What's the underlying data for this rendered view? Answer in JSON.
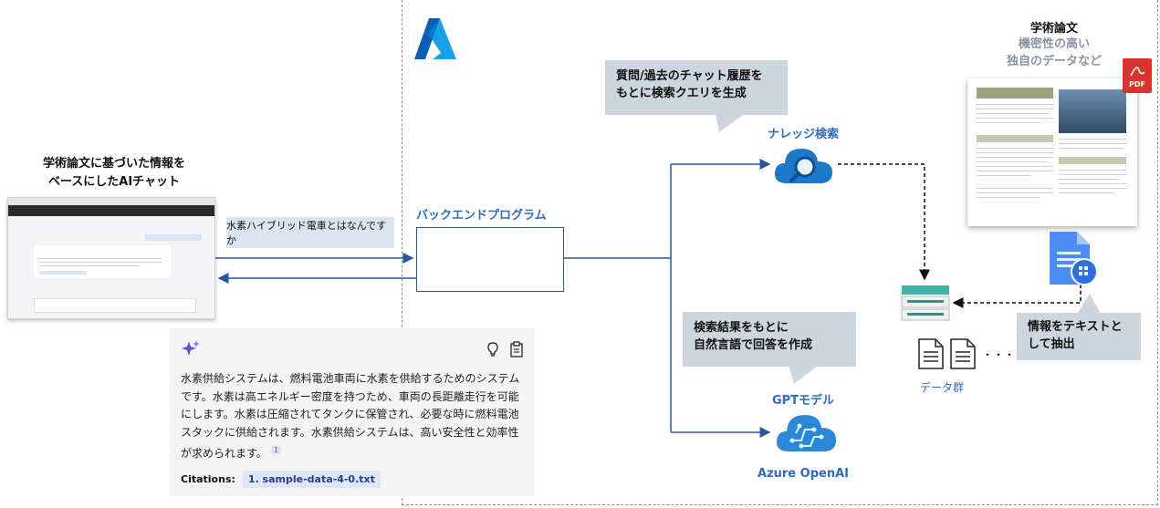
{
  "chat_section": {
    "title_line1": "学術論文に基づいた情報を",
    "title_line2": "ベースにしたAIチャット"
  },
  "query": {
    "text": "水素ハイブリッド電車とはなんですか"
  },
  "backend": {
    "label": "バックエンドプログラム"
  },
  "callouts": {
    "search_query_line1": "質問/過去のチャット履歴を",
    "search_query_line2": "もとに検索クエリを生成",
    "answer_line1": "検索結果をもとに",
    "answer_line2": "自然言語で回答を作成",
    "extract_line1": "情報をテキストと",
    "extract_line2": "して抽出"
  },
  "services": {
    "knowledge_search": "ナレッジ検索",
    "gpt_model": "GPTモデル",
    "azure_openai": "Azure OpenAI"
  },
  "paper": {
    "title": "学術論文",
    "subtitle_line1": "機密性の高い",
    "subtitle_line2": "独自のデータなど",
    "pdf_badge": "PDF"
  },
  "data_group": {
    "label": "データ群",
    "ellipsis": "・・・"
  },
  "answer_card": {
    "text": "水素供給システムは、燃料電池車両に水素を供給するためのシステムです。水素は高エネルギー密度を持つため、車両の長距離走行を可能にします。水素は圧縮されてタンクに保管され、必要な時に燃料電池スタックに供給されます。水素供給システムは、高い安全性と効率性が求められます。",
    "citation_marker": "1",
    "citations_label": "Citations:",
    "citation_item": "1. sample-data-4-0.txt"
  },
  "colors": {
    "arrow": "#2f5597",
    "callout_bg": "#cdd5df",
    "azure_blue": "#0078d4",
    "label_blue": "#2f6cbf",
    "pdf_red": "#d9342b"
  },
  "icons": [
    "azure-logo-icon",
    "search-cloud-icon",
    "openai-cloud-icon",
    "storage-icon",
    "document-icon",
    "pdf-icon",
    "sparkle-icon",
    "lightbulb-icon",
    "clipboard-icon",
    "google-doc-icon"
  ]
}
